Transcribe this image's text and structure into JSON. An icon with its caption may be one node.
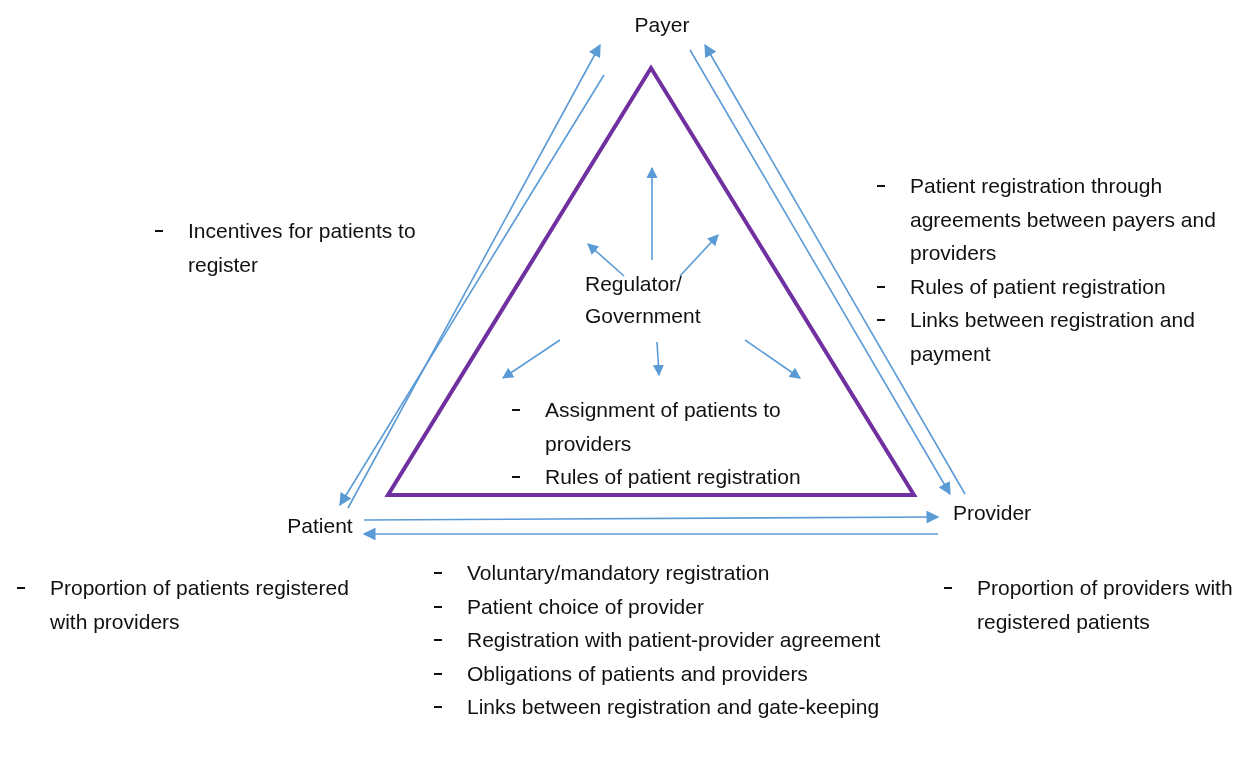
{
  "diagram": {
    "nodes": [
      {
        "text": [
          "Payer"
        ]
      },
      {
        "text": [
          "Regulator/ Government",
          "Assignment of patients to providers",
          "Rules of patient registration"
        ]
      },
      {
        "text": [
          "Patient"
        ],
        "beside": [
          "Proportion of patients registered with providers"
        ]
      },
      {
        "text": [
          "Provider"
        ],
        "beside": [
          "Proportion of providers with registered patients"
        ]
      }
    ],
    "edges": [
      {
        "from": 2,
        "to": 0,
        "arrow": "to"
      },
      {
        "from": 0,
        "to": 2,
        "arrow": "to"
      },
      {
        "from": 0,
        "to": 3,
        "arrow": "to"
      },
      {
        "from": 3,
        "to": 0,
        "arrow": "to"
      },
      {
        "from": 2,
        "to": 3,
        "arrow": "to"
      },
      {
        "from": 3,
        "to": 2,
        "arrow": "to"
      }
    ],
    "labels": [
      "Incentives for patients to register",
      "Patient registration through agreements between payers and providers",
      "Rules of patient registration",
      "Links between registration and payment",
      "Voluntary/mandatory registration",
      "Patient choice of provider",
      "Registration with patient-provider agreement",
      "Obligations of patients and providers",
      "Links between registration and gate-keeping"
    ]
  }
}
